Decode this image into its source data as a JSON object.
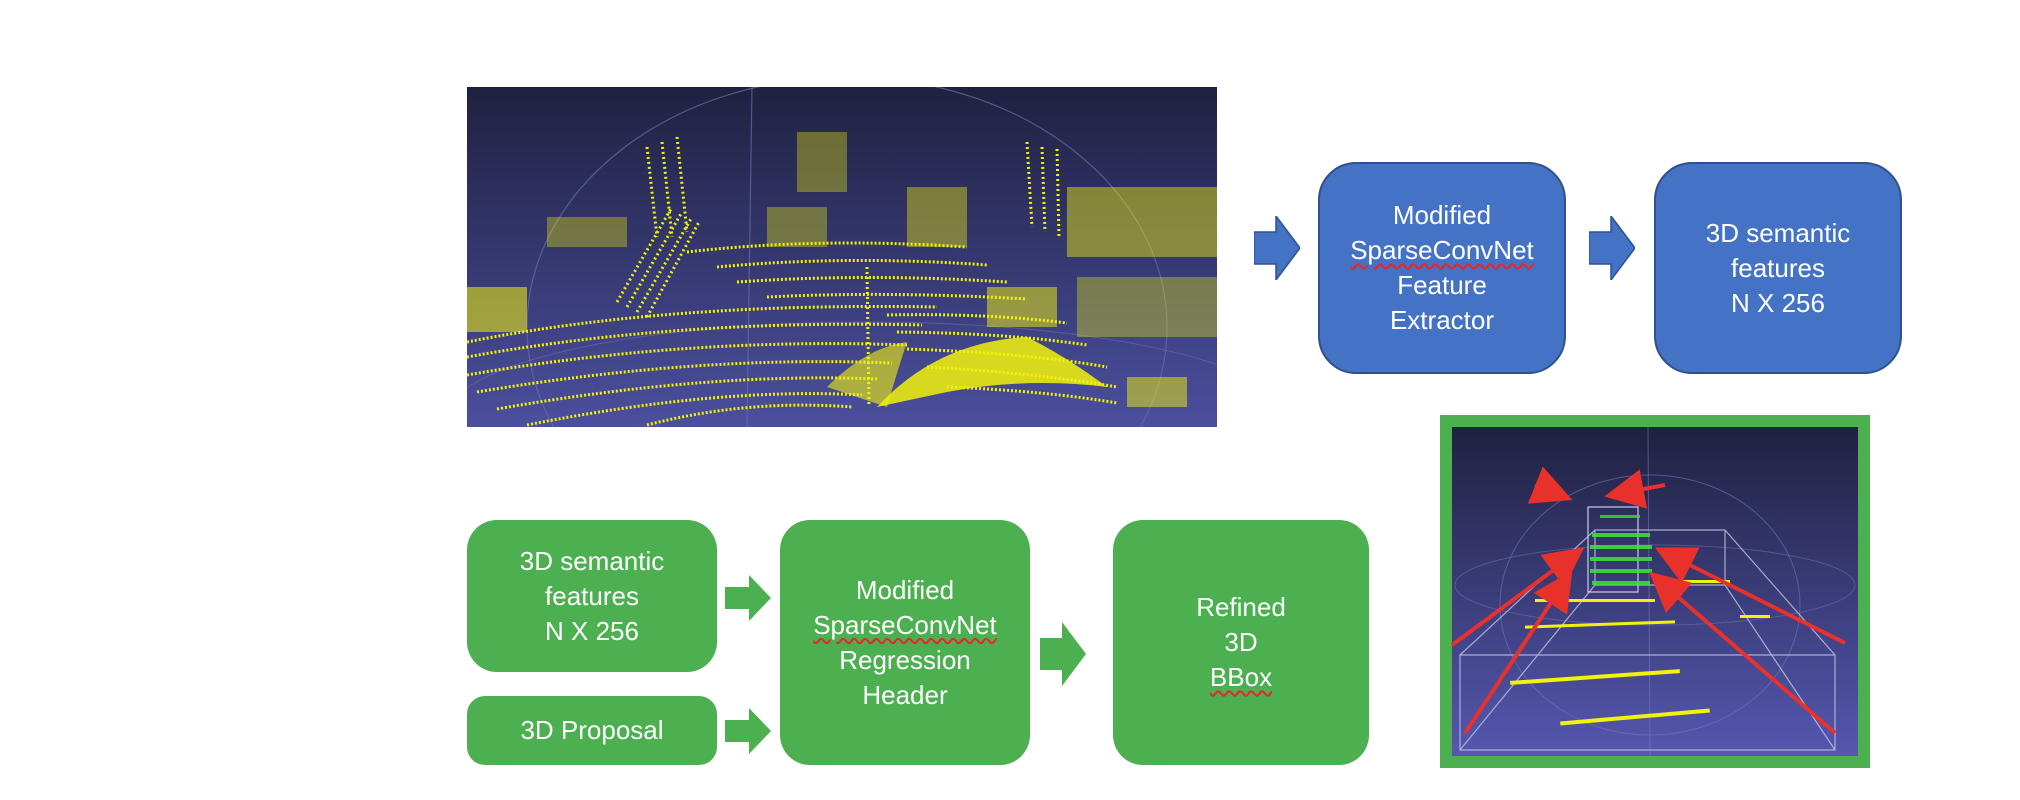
{
  "pipeline_top": {
    "feature_extractor": {
      "line1": "Modified",
      "line2": "SparseConvNet",
      "line3": "Feature",
      "line4": "Extractor"
    },
    "semantic_features": {
      "line1": "3D semantic",
      "line2": "features",
      "line3": "N X 256"
    }
  },
  "pipeline_bottom": {
    "semantic_features": {
      "line1": "3D semantic",
      "line2": "features",
      "line3": "N X 256"
    },
    "proposal": {
      "label": "3D Proposal"
    },
    "regression_header": {
      "line1": "Modified",
      "line2": "SparseConvNet",
      "line3": "Regression",
      "line4": "Header"
    },
    "refined_bbox": {
      "line1": "Refined",
      "line2": "3D BBox"
    }
  },
  "colors": {
    "blue_box": "#4472c4",
    "blue_border": "#2f528f",
    "green_box": "#4caf50",
    "pointcloud_bg_top": "#1f2140",
    "pointcloud_bg_bottom": "#4b4f9e",
    "points": "#f2f20a",
    "bbox_frame": "#4caf50",
    "bbox_arrows": "#e8312a"
  },
  "icons": {
    "arrow": "right-block-arrow-icon"
  }
}
